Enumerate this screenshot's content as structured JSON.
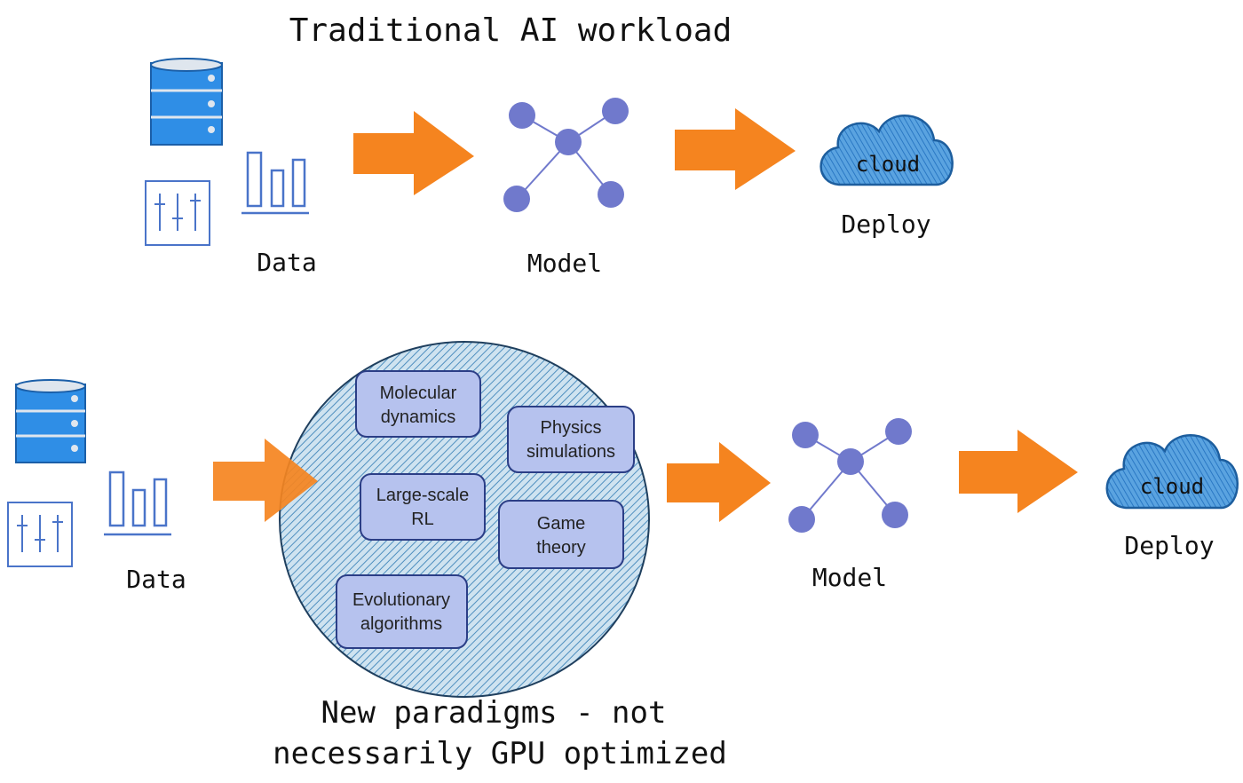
{
  "top": {
    "title": "Traditional AI workload",
    "data_label": "Data",
    "model_label": "Model",
    "deploy_label": "Deploy",
    "cloud_text": "cloud"
  },
  "bottom": {
    "data_label": "Data",
    "model_label": "Model",
    "deploy_label": "Deploy",
    "cloud_text": "cloud",
    "boxes": [
      {
        "line1": "Molecular",
        "line2": "dynamics"
      },
      {
        "line1": "Physics",
        "line2": "simulations"
      },
      {
        "line1": "Large-scale",
        "line2": "RL"
      },
      {
        "line1": "Game",
        "line2": "theory"
      },
      {
        "line1": "Evolutionary",
        "line2": "algorithms"
      }
    ],
    "caption_line1": "New paradigms - not",
    "caption_line2": "necessarily GPU optimized"
  },
  "colors": {
    "arrow": "#f5841f",
    "database": "#2f8ee6",
    "node": "#7079cc",
    "chart_line": "#4a74c9",
    "cloud_fill": "#3d8fd6",
    "box_fill": "#b6c2ee",
    "box_stroke": "#2b3e86",
    "circle_fill": "#8fc0df"
  }
}
